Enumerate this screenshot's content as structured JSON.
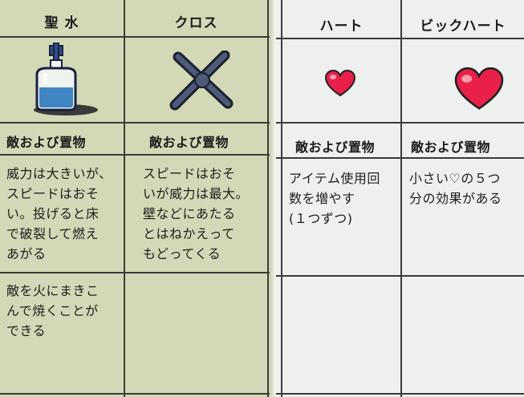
{
  "columns": [
    {
      "id": "holy-water",
      "title": "聖 水",
      "subheading": "敵および置物",
      "description": "威力は大きいが、\nスピードはおそ\nい。投げると床\nで破裂して燃え\nあがる",
      "extra": "敵を火にまきこ\nんで焼くことが\nできる",
      "icon": "holy-water-bottle-icon"
    },
    {
      "id": "cross",
      "title": "クロス",
      "subheading": "敵および置物",
      "description": "スピードはおそ\nいが威力は最大。\n壁などにあたる\nとはねかえって\nもどってくる",
      "extra": "",
      "icon": "cross-icon"
    },
    {
      "id": "heart",
      "title": "ハート",
      "subheading": "敵および置物",
      "description": "アイテム使用回\n数を増やす\n(１つずつ)",
      "extra": "",
      "icon": "small-heart-icon"
    },
    {
      "id": "big-heart",
      "title": "ビックハート",
      "subheading": "敵および置物",
      "description": "小さい♡の５つ\n分の効果がある",
      "extra": "",
      "icon": "big-heart-icon"
    }
  ],
  "colors": {
    "left_page": "#d3d8b6",
    "right_page": "#eef0ef",
    "heart_red": "#e8204a",
    "line": "#3b3b38"
  }
}
